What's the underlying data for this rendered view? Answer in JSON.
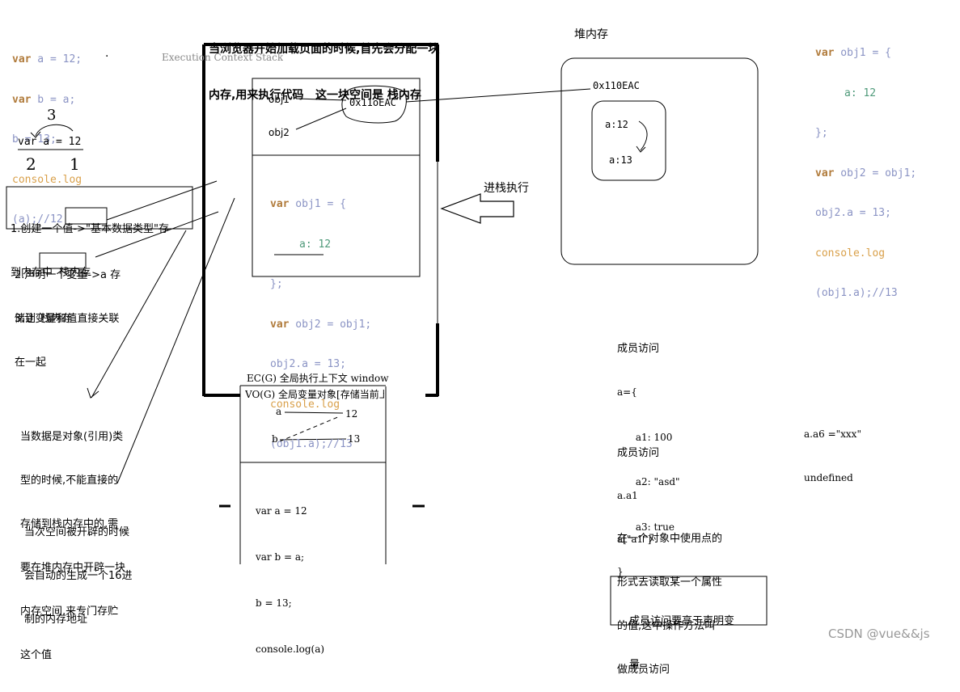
{
  "header": {
    "line1": "当浏览器开始加载页面的时候,首先会分配一块",
    "line2": "内存,用来执行代码   这一块空间是 栈内存"
  },
  "heap_title": "堆内存",
  "ecs_label": "Execution Context Stack",
  "code_left": {
    "l1": {
      "kw": "var",
      "rest": " a = 12;"
    },
    "l2": {
      "kw": "var",
      "rest": " b = a;"
    },
    "l3": "b = 13;",
    "l4": "console.log",
    "l5": "(a);//12"
  },
  "code_right": {
    "l1": {
      "kw": "var",
      "rest": " obj1 = {"
    },
    "l2": "a: 12",
    "l3": "};",
    "l4": {
      "kw": "var",
      "rest": " obj2 = obj1;"
    },
    "l5": "obj2.a = 13;",
    "l6": "console.log",
    "l7": "(obj1.a);//13"
  },
  "code_stack": {
    "l1": {
      "kw": "var",
      "rest": " obj1 = {"
    },
    "l2": "a: 12",
    "l3": "};",
    "l4": {
      "kw": "var",
      "rest": " obj2 = obj1;"
    },
    "l5": "obj2.a = 13;",
    "l6": "console.log",
    "l7": "(obj1.a);//13"
  },
  "stack_vars": {
    "obj1": "obj1",
    "obj2": "obj2",
    "addr": "0x11oEAC"
  },
  "heap": {
    "addr": "0x110EAC",
    "a12": "a:12",
    "a13": "a:13"
  },
  "push_label": "进栈执行",
  "var_sketch": {
    "expr": "var a = 12",
    "n3": "3",
    "n2": "2",
    "n1": "1"
  },
  "steps": {
    "s1a": "1.创建一个值->\"基本数据类型\"存",
    "s1b": "到内存中 ",
    "s1box": "栈内存",
    "s2a": "2.声明一个变量->a 存",
    "s2b": "储到 ",
    "s2box": "栈内存",
    "s3a": "3.让变量和值直接关联",
    "s3b": "在一起"
  },
  "note_ref": [
    "当数据是对象(引用)类",
    "型的时候,不能直接的",
    "存储到栈内存中的,需",
    "要在堆内存中开辟一块",
    "内存空间,来专门存贮",
    "这个值"
  ],
  "note_addr": [
    "当次空间被开辟的时候",
    "会自动的生成一个16进",
    "制的内存地址"
  ],
  "ecg": {
    "title": "EC(G) 全局执行上下文 window",
    "vo": "VO(G) 全局变量对象[存储当前上",
    "a": "a",
    "b": "b",
    "v12": "12",
    "v13": "13",
    "code": [
      "var a = 12",
      "var b = a;",
      "b = 13;",
      "console.log(a)"
    ]
  },
  "member1": {
    "title": "成员访问",
    "lines": [
      "a={",
      "      a1: 100",
      "      a2: \"asd\"",
      "      a3: true",
      "}"
    ]
  },
  "member2": {
    "title": "成员访问",
    "lines": [
      "a.a1",
      "a[\"a1\"]"
    ]
  },
  "member_desc": [
    "在一个对象中使用点的",
    "形式去读取某一个属性",
    "的值,这中操作方法叫",
    "做成员访问"
  ],
  "member_box": [
    "成员访问要高于声明变",
    "量"
  ],
  "a6": {
    "l1": "a.a6 =\"xxx\"",
    "l2": "undefined"
  },
  "watermark": "CSDN @vue&&js"
}
